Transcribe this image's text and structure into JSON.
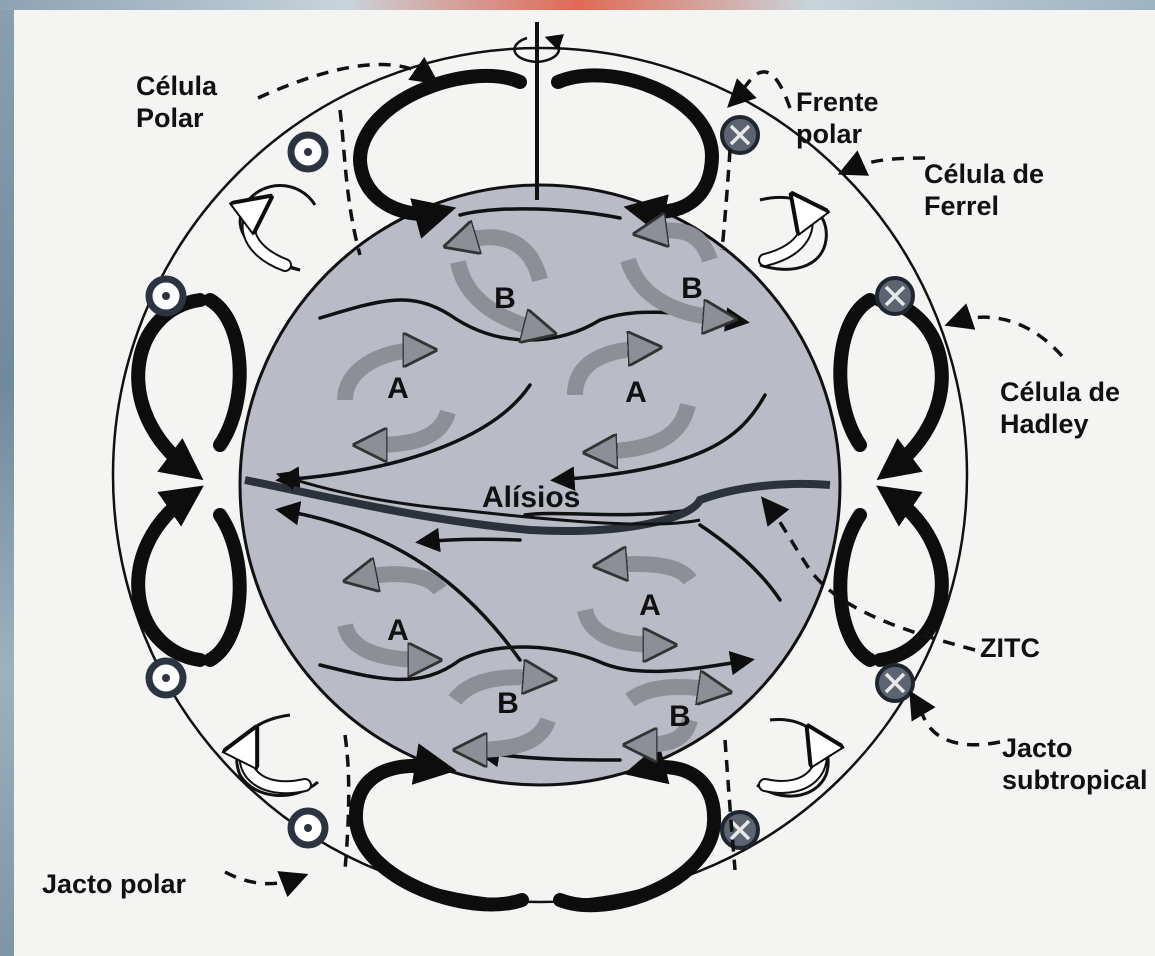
{
  "labels": {
    "celula_polar": [
      "Célula",
      "Polar"
    ],
    "frente_polar": [
      "Frente",
      "polar"
    ],
    "celula_ferrel": [
      "Célula de",
      "Ferrel"
    ],
    "celula_hadley": [
      "Célula de",
      "Hadley"
    ],
    "zitc": "ZITC",
    "jacto_subtropical": [
      "Jacto",
      "subtropical"
    ],
    "jacto_polar": "Jacto polar",
    "alisios": "Alísios"
  },
  "pressure_cells": {
    "north_high": [
      "A",
      "A"
    ],
    "north_low": [
      "B",
      "B"
    ],
    "south_high": [
      "A",
      "A"
    ],
    "south_low": [
      "B",
      "B"
    ]
  },
  "colors": {
    "globe_fill": "#b9bcc7",
    "cell_stroke": "#0d0d0d",
    "gray_arrow": "#8c8f95",
    "background": "#f4f4f2",
    "jet_symbol": "#2b3440"
  }
}
